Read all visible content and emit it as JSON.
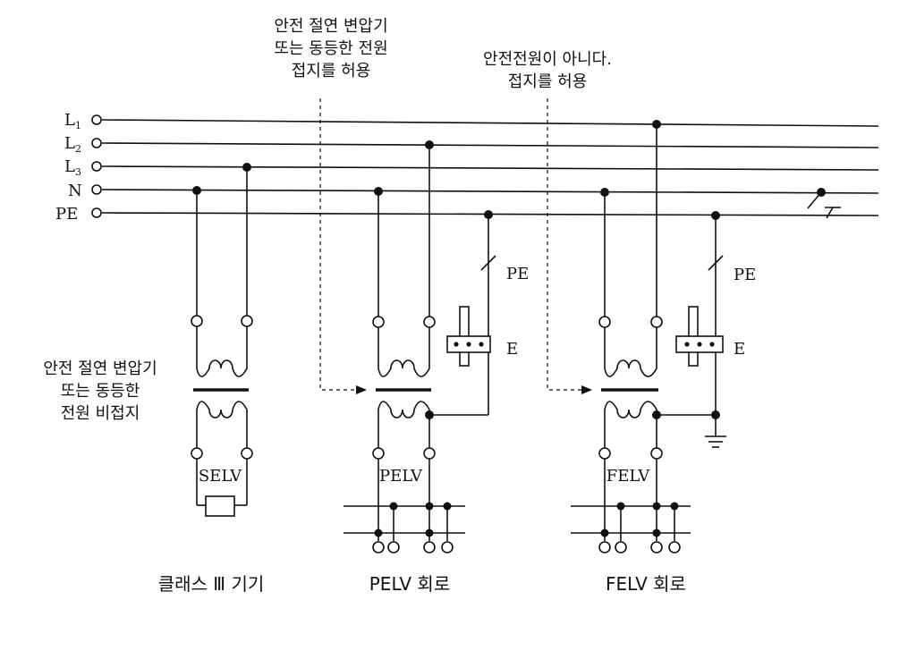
{
  "lines": {
    "l1": "L",
    "l1_sub": "1",
    "l2": "L",
    "l2_sub": "2",
    "l3": "L",
    "l3_sub": "3",
    "n": "N",
    "pe": "PE"
  },
  "notes": {
    "pelv_top": [
      "안전 절연 변압기",
      "또는 동등한 전원",
      "접지를 허용"
    ],
    "felv_top": [
      "안전전원이 아니다.",
      "접지를 허용"
    ],
    "selv_left": [
      "안전 절연 변압기",
      "또는 동등한",
      "전원 비접지"
    ]
  },
  "circuit_labels": {
    "selv": "SELV",
    "pelv": "PELV",
    "felv": "FELV",
    "pe_pelv": "PE",
    "e_pelv": "E",
    "pe_felv": "PE",
    "e_felv": "E"
  },
  "captions": {
    "selv": "클래스 Ⅲ 기기",
    "pelv": "PELV 회로",
    "felv": "FELV 회로"
  }
}
